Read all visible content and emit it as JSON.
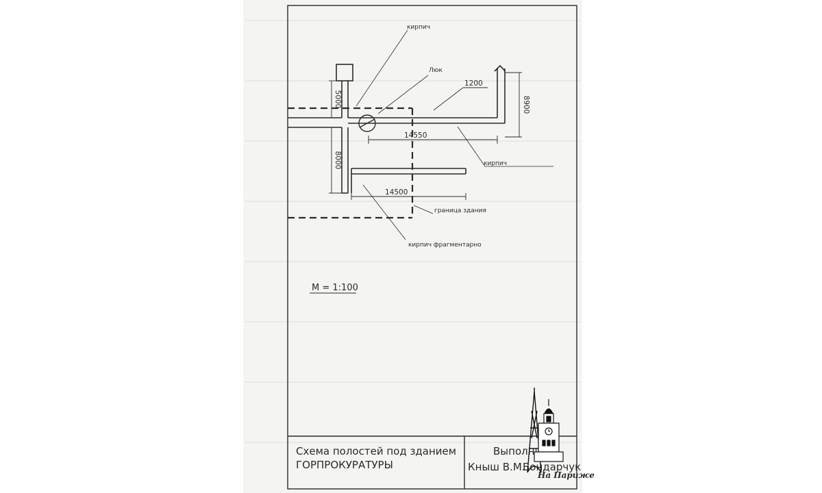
{
  "drawing": {
    "labels": {
      "kirpich_top": "кирпич",
      "lyuk": "Люк",
      "kirpich_right": "кирпич",
      "granitsa_zdaniya": "граница здания",
      "kirpich_fragmentarno": "кирпич фрагментарно"
    },
    "dimensions": {
      "d5000": "5000",
      "d8000": "8000",
      "d1200": "1200",
      "d8900": "8900",
      "d14550": "14550",
      "d14500": "14500"
    },
    "scale": "М = 1:100"
  },
  "title_block": {
    "title_line1": "Схема полостей  под зданием",
    "title_line2": "ГОРПРОКУРАТУРЫ",
    "performed_label": "Выполнил",
    "performer_1": "Кныш В.М.",
    "performer_2": "Бондарчук"
  },
  "watermark": {
    "text": "На Париже"
  }
}
